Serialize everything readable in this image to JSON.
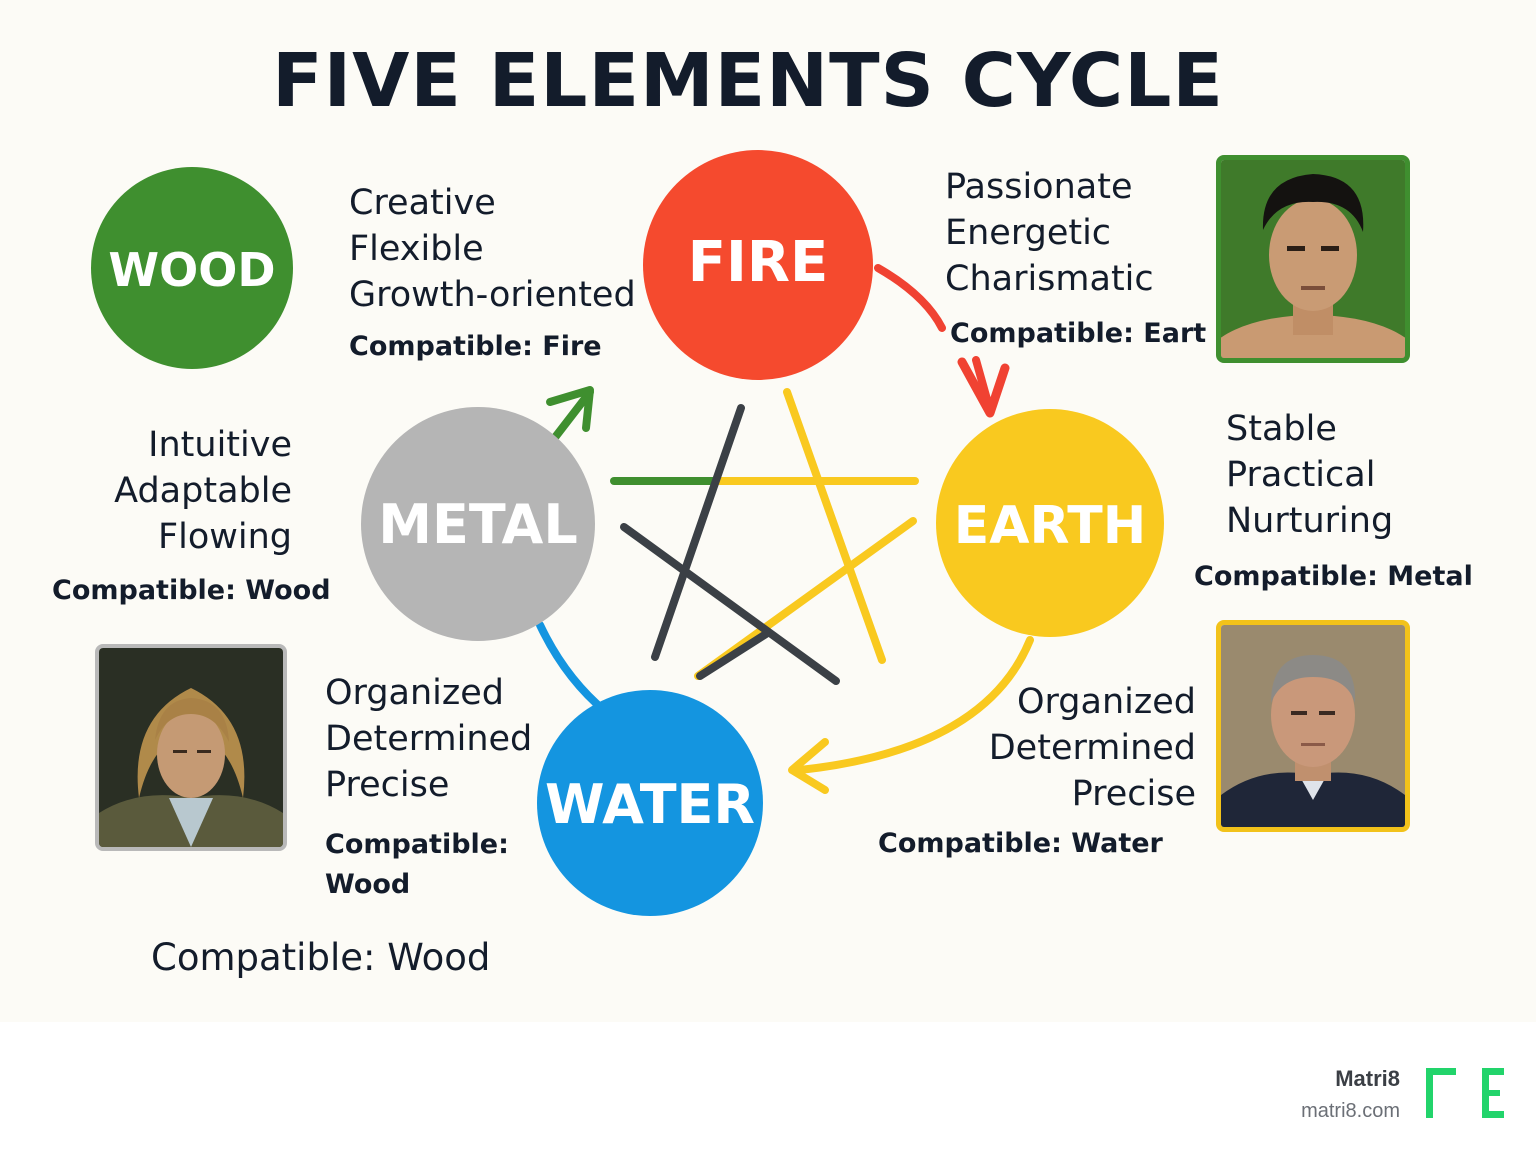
{
  "title": "FIVE ELEMENTS CYCLE",
  "colors": {
    "wood": "#3f8f2f",
    "fire": "#f54a2e",
    "earth": "#f9c91f",
    "metal": "#b5b5b5",
    "water": "#1495e0",
    "star_dark": "#3b4046",
    "text": "#131c2b",
    "background": "#fcfbf6"
  },
  "elements": {
    "wood": {
      "label": "WOOD"
    },
    "fire": {
      "label": "FIRE"
    },
    "earth": {
      "label": "EARTH"
    },
    "metal": {
      "label": "METAL"
    },
    "water": {
      "label": "WATER"
    }
  },
  "annotations": {
    "fire_left": {
      "traits": [
        "Creative",
        "Flexible",
        "Growth-oriented"
      ],
      "compatible": "Compatible: Fire"
    },
    "fire_right": {
      "traits": [
        "Passionate",
        "Energetic",
        "Charismatic"
      ],
      "compatible": "Compatible: Eart"
    },
    "earth_right": {
      "traits": [
        "Stable",
        "Practical",
        "Nurturing"
      ],
      "compatible": "Compatible: Metal"
    },
    "metal_left": {
      "traits": [
        "Intuitive",
        "Adaptable",
        "Flowing"
      ],
      "compatible": "Compatible: Wood"
    },
    "water_left": {
      "traits": [
        "Organized",
        "Determined",
        "Precise"
      ],
      "compatible_lines": [
        "Compatible:",
        "Wood"
      ]
    },
    "water_right": {
      "traits": [
        "Organized",
        "Determined",
        "Precise"
      ],
      "compatible": "Compatible: Water"
    },
    "bottom": {
      "compatible": "Compatible: Wood"
    }
  },
  "photos": [
    {
      "name": "portrait-fire",
      "border_color": "#3f8f2f"
    },
    {
      "name": "portrait-earth",
      "border_color": "#f2c21a"
    },
    {
      "name": "portrait-metal",
      "border_color": "#b9b9b9"
    }
  ],
  "brand": {
    "name": "Matri8",
    "url": "matri8.com",
    "logo_color": "#22d46b"
  }
}
